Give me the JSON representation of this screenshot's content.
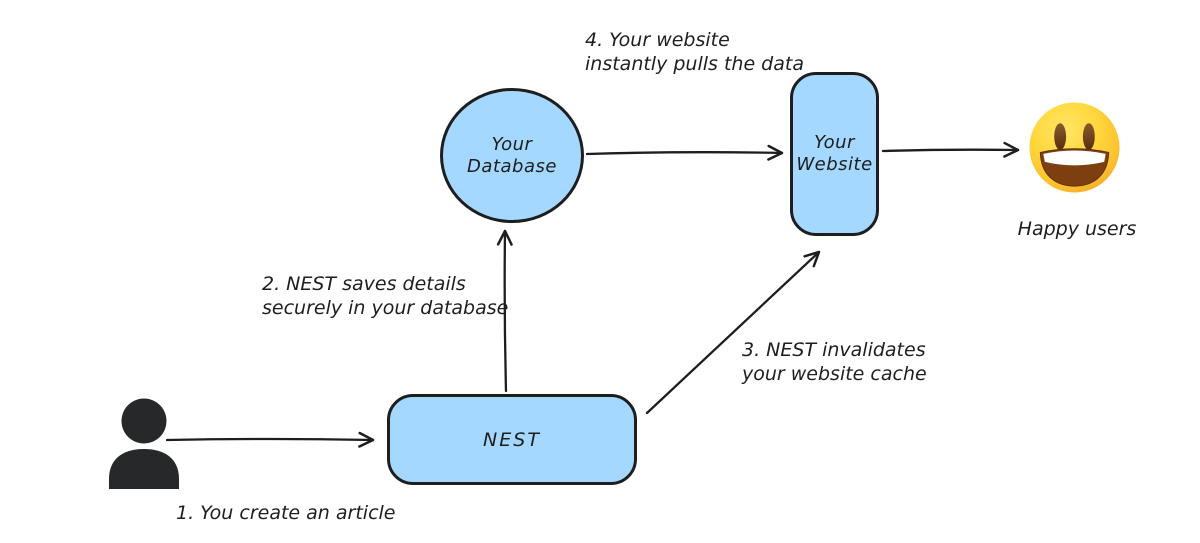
{
  "nodes": {
    "database": {
      "line1": "Your",
      "line2": "Database"
    },
    "website": {
      "line1": "Your",
      "line2": "Website"
    },
    "nest": {
      "label": "NEST"
    },
    "happy_users": {
      "label": "Happy users"
    }
  },
  "steps": {
    "step1": {
      "line1": "1. You create an article"
    },
    "step2": {
      "line1": "2. NEST saves details",
      "line2": "securely in your database"
    },
    "step3": {
      "line1": "3. NEST invalidates",
      "line2": "your website cache"
    },
    "step4": {
      "line1": "4. Your website",
      "line2": "instantly pulls the data"
    }
  },
  "icons": {
    "person": "person-icon",
    "happy": "grinning-face-emoji"
  },
  "colors": {
    "background": "#ffffff",
    "node_fill": "#a5d8ff",
    "node_stroke": "#1e1e1e",
    "text": "#1e1e1e",
    "arrow": "#1e1e1e",
    "person_icon": "#26282a",
    "emoji_yellow": "#ffd83d",
    "emoji_orange": "#f5a623",
    "emoji_mouth_brown": "#7d3f10",
    "emoji_eye_brown": "#6b431c"
  }
}
